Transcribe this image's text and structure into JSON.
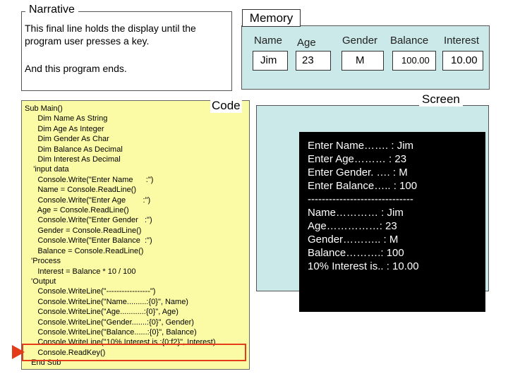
{
  "narrative": {
    "title": "Narrative",
    "line1": "This final line holds the display until the program user presses a key.",
    "line2": "And this program ends."
  },
  "memory": {
    "title": "Memory",
    "headers": [
      "Name",
      "Age",
      "Gender",
      "Balance",
      "Interest"
    ],
    "values": [
      "Jim",
      "23",
      "M",
      "100.00",
      "10.00"
    ]
  },
  "code": {
    "title": "Code",
    "lines": [
      "Sub Main()",
      "      Dim Name As String",
      "      Dim Age As Integer",
      "      Dim Gender As Char",
      "      Dim Balance As Decimal",
      "      Dim Interest As Decimal",
      "    'input data",
      "      Console.Write(\"Enter Name      :\")",
      "      Name = Console.ReadLine()",
      "      Console.Write(\"Enter Age        :\")",
      "      Age = Console.ReadLine()",
      "      Console.Write(\"Enter Gender   :\")",
      "      Gender = Console.ReadLine()",
      "      Console.Write(\"Enter Balance  :\")",
      "      Balance = Console.ReadLine()",
      "   'Process",
      "      Interest = Balance * 10 / 100",
      "   'Output",
      "      Console.WriteLine(\"-----------------\")",
      "      Console.WriteLine(\"Name.........:{0}\", Name)",
      "      Console.WriteLine(\"Age...........:{0}\", Age)",
      "      Console.WriteLine(\"Gender.......:{0}\", Gender)",
      "      Console.WriteLine(\"Balance......:{0}\", Balance)",
      "      Console.WriteLine(\"10% Interest is :{0:f2}\", Interest)",
      "      Console.ReadKey()",
      "   End Sub"
    ]
  },
  "screen": {
    "title": "Screen",
    "lines": [
      "Enter Name……. : Jim",
      "Enter Age……… : 23",
      "Enter Gender. …. : M",
      "Enter Balance….. : 100",
      "------------------------------",
      "Name………… : Jim",
      "Age……………: 23",
      "Gender……….. : M",
      "Balance……….: 100",
      "10% Interest is.. : 10.00"
    ]
  },
  "colors": {
    "panel_bg": "#cbe9e9",
    "code_bg": "#fbfba5",
    "highlight": "#e43c18",
    "console_bg": "#000000"
  }
}
